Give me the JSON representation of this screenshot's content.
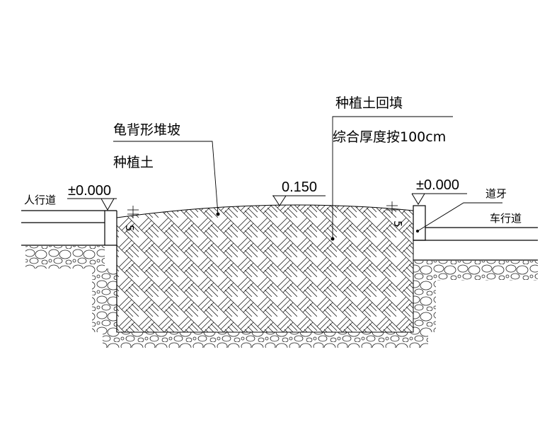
{
  "labels": {
    "turtle_back_slope": "龟背形堆坡",
    "planting_soil": "种植土",
    "planting_soil_backfill": "种植土回填",
    "total_thickness": "综合厚度按100cm",
    "sidewalk": "人行道",
    "curb": "道牙",
    "roadway": "车行道"
  },
  "elevations": {
    "left": "±0.000",
    "center": "0.150",
    "right": "±0.000"
  },
  "dimensions": {
    "left_offset": "5",
    "right_offset": "5"
  }
}
